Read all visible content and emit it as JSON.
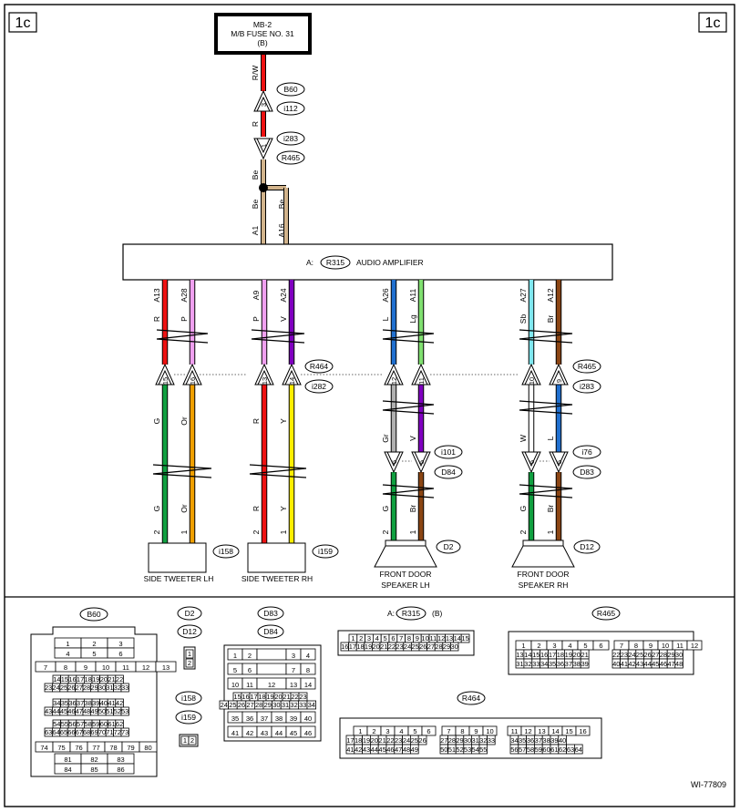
{
  "page_tag": "1c",
  "page_code": "WI-77809",
  "fuse": {
    "line1": "MB-2",
    "line2": "M/B FUSE NO. 31",
    "line3": "(B)"
  },
  "wire_colors": {
    "R": "#ee1111",
    "Be": "#d2b48c",
    "P": "#f0a0f0",
    "V": "#8000c0",
    "G": "#10a040",
    "Or": "#f0a000",
    "Y": "#ffee00",
    "L": "#2070d0",
    "Lg": "#80e070",
    "Gr": "#b0b0b0",
    "Sb": "#80e8f0",
    "Br": "#8b4513",
    "W": "#ffffff"
  },
  "wire_labels": {
    "rw": "R/W",
    "r": "R",
    "be": "Be",
    "be_a16": "Be",
    "a13": "A13",
    "a28": "A28",
    "a9": "A9",
    "a24": "A24",
    "a26": "A26",
    "a11": "A11",
    "a27": "A27",
    "a12": "A12",
    "a1": "A1",
    "a16": "A16",
    "c_r1": "R",
    "c_p1": "P",
    "c_p2": "P",
    "c_v": "V",
    "c_l1": "L",
    "c_lg": "Lg",
    "c_sb": "Sb",
    "c_br1": "Br",
    "c_g1": "G",
    "c_or1": "Or",
    "c_r2": "R",
    "c_y1": "Y",
    "c_gr": "Gr",
    "c_v2": "V",
    "c_w": "W",
    "c_l2": "L",
    "c_g2": "G",
    "c_or2": "Or",
    "c_r3": "R",
    "c_y2": "Y",
    "c_g3": "G",
    "c_br2": "Br",
    "c_g4": "G",
    "c_br3": "Br",
    "p2a": "2",
    "p1a": "1",
    "p2b": "2",
    "p1b": "1",
    "p2c": "2",
    "p1c": "1",
    "p2d": "2",
    "p1d": "1"
  },
  "pins": {
    "p3": "3",
    "p1": "1",
    "p15": "15",
    "p16": "16",
    "p13": "13",
    "p14": "14",
    "p12": "12",
    "p11": "11",
    "p10": "10",
    "p9": "9",
    "p6a": "6",
    "p5a": "5",
    "p6b": "6",
    "p5b": "5"
  },
  "connectors": {
    "b60": "B60",
    "i112": "i112",
    "i283a": "i283",
    "r465a": "R465",
    "r464": "R464",
    "i282": "i282",
    "r465b": "R465",
    "i283b": "i283",
    "i101": "i101",
    "d84": "D84",
    "i76": "i76",
    "d83": "D83",
    "i158": "i158",
    "i159": "i159",
    "d2": "D2",
    "d12": "D12"
  },
  "amplifier": {
    "prefix": "A:",
    "code": "R315",
    "name": "AUDIO AMPLIFIER"
  },
  "components": {
    "tw_lh": "SIDE TWEETER LH",
    "tw_rh": "SIDE TWEETER RH",
    "sp_lh_1": "FRONT DOOR",
    "sp_lh_2": "SPEAKER LH",
    "sp_rh_1": "FRONT DOOR",
    "sp_rh_2": "SPEAKER RH"
  },
  "legend": {
    "b60": "B60",
    "d2": "D2",
    "d12": "D12",
    "d83": "D83",
    "d84": "D84",
    "i158": "i158",
    "i159": "i159",
    "r315_prefix": "A:",
    "r315": "R315",
    "r315_suffix": "(B)",
    "r465": "R465",
    "r464": "R464"
  }
}
